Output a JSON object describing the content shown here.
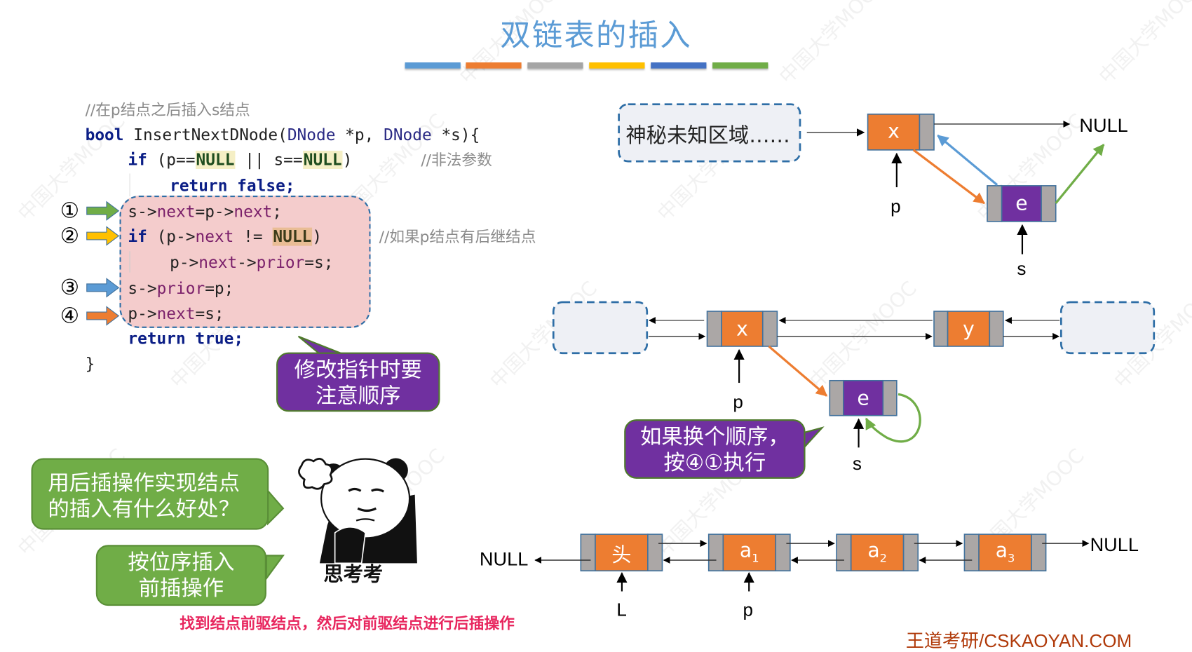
{
  "slide": {
    "title": "双链表的插入",
    "title_color": "#5b9bd5",
    "accent_bars": [
      "#5b9bd5",
      "#ed7d31",
      "#a5a5a5",
      "#ffc000",
      "#4472c4",
      "#70ad47"
    ],
    "watermark": "中国大学MOOC",
    "footer": "王道考研/CSKAOYAN.COM"
  },
  "code": {
    "comment_header": "//在p结点之后插入s结点",
    "signature": {
      "kw": "bool",
      "name": " InsertNextDNode(",
      "type1": "DNode",
      "arg1": " *p, ",
      "type2": "DNode",
      "arg2": " *s){"
    },
    "if_line": {
      "kw": "if",
      "pre": " (p==",
      "null1": "NULL",
      "mid": " || s==",
      "null2": "NULL",
      "post": ")",
      "comment": "//非法参数"
    },
    "return_false": {
      "kw1": "return",
      "kw2": "false",
      "tail": ";"
    },
    "step1": {
      "a": "s->",
      "f1": "next",
      "b": "=p->",
      "f2": "next",
      "c": ";"
    },
    "step2": {
      "kw": "if",
      "a": " (p->",
      "f1": "next",
      "b": " != ",
      "null": "NULL",
      "c": ")",
      "comment": "//如果p结点有后继结点"
    },
    "step2_body": {
      "a": "p->",
      "f1": "next",
      "b": "->",
      "f2": "prior",
      "c": "=s;"
    },
    "step3": {
      "a": "s->",
      "f1": "prior",
      "b": "=p;"
    },
    "step4": {
      "a": "p->",
      "f1": "next",
      "b": "=s;"
    },
    "return_true": {
      "kw1": "return",
      "kw2": "true",
      "tail": ";"
    },
    "close_brace": "}"
  },
  "steps": [
    {
      "marker": "①",
      "color": "#70ad47"
    },
    {
      "marker": "②",
      "color": "#ffc000"
    },
    {
      "marker": "③",
      "color": "#5b9bd5"
    },
    {
      "marker": "④",
      "color": "#ed7d31"
    }
  ],
  "callouts": {
    "order_warning": [
      "修改指针时要",
      "注意顺序"
    ],
    "swap_order": [
      "如果换个顺序，",
      "按④①执行"
    ],
    "question": [
      "用后插操作实现结点",
      "的插入有什么好处？"
    ],
    "answer": [
      "按位序插入",
      "前插操作"
    ],
    "meme_caption": "思考考",
    "hint": "找到结点前驱结点，然后对前驱结点进行后插操作"
  },
  "diagram_top": {
    "unknown_region": "神秘未知区域……",
    "node_x": "x",
    "node_e": "e",
    "null": "NULL",
    "ptr_p": "p",
    "ptr_s": "s"
  },
  "diagram_mid": {
    "node_x": "x",
    "node_y": "y",
    "node_e": "e",
    "ptr_p": "p",
    "ptr_s": "s"
  },
  "diagram_bottom": {
    "null_left": "NULL",
    "null_right": "NULL",
    "nodes": [
      {
        "label": "头",
        "sub": ""
      },
      {
        "label": "a",
        "sub": "1"
      },
      {
        "label": "a",
        "sub": "2"
      },
      {
        "label": "a",
        "sub": "3"
      }
    ],
    "ptr_L": "L",
    "ptr_p": "p"
  },
  "colors": {
    "node_data": "#ed7d31",
    "node_new": "#7030a0",
    "node_ptr": "#aba7a6",
    "node_border": "#41719c",
    "dashed_region": "#2e6ea6",
    "region_fill": "#eef0f5"
  }
}
